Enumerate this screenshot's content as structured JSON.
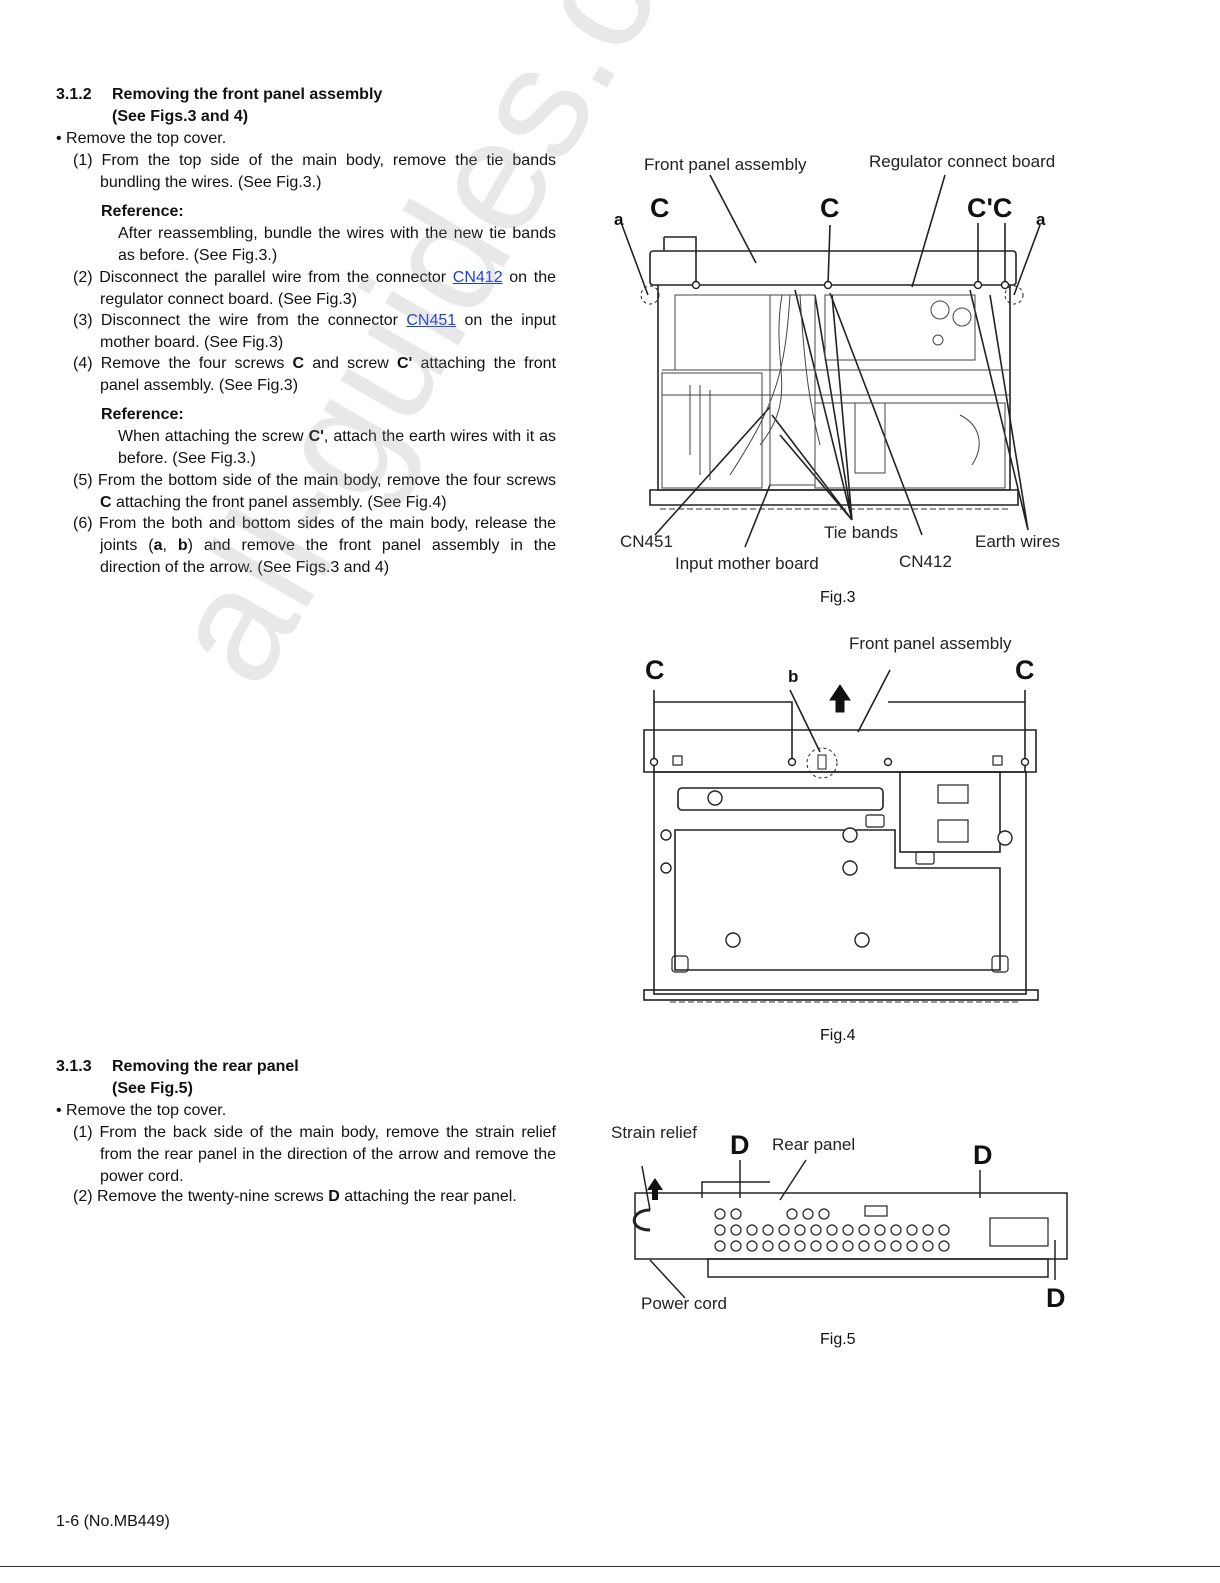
{
  "sections": {
    "s312": {
      "number": "3.1.2",
      "title_line1": "Removing the front panel assembly",
      "title_line2": "(See Figs.3 and 4)",
      "bullet": "•  Remove the top cover.",
      "steps": {
        "s1": "(1) From the top side of the main body, remove the tie bands bundling the wires. (See Fig.3.)",
        "ref1_heading": "Reference:",
        "ref1_text": "After reassembling, bundle the wires with the new tie bands as before. (See Fig.3.)",
        "s2_pre": "(2) Disconnect the parallel wire from the connector ",
        "s2_link": "CN412",
        "s2_post": " on the regulator connect board. (See Fig.3)",
        "s3_pre": "(3) Disconnect the wire from the connector ",
        "s3_link": "CN451",
        "s3_post": " on the input mother board. (See Fig.3)",
        "s4_a": "(4) Remove the four screws ",
        "s4_b": "C",
        "s4_c": " and screw ",
        "s4_d": "C'",
        "s4_e": " attaching the front panel assembly. (See Fig.3)",
        "ref2_heading": "Reference:",
        "ref2_a": "When attaching the screw ",
        "ref2_b": "C'",
        "ref2_c": ", attach the earth wires with it as before. (See Fig.3.)",
        "s5_a": "(5) From the bottom side of the main body, remove the four screws ",
        "s5_b": "C",
        "s5_c": " attaching the front panel assembly. (See Fig.4)",
        "s6_a": "(6) From the both and bottom sides of the main body, release the joints (",
        "s6_b": "a",
        "s6_c": ", ",
        "s6_d": "b",
        "s6_e": ") and remove the front panel assembly in the direction of the arrow. (See Figs.3 and 4)"
      }
    },
    "s313": {
      "number": "3.1.3",
      "title_line1": "Removing the rear panel",
      "title_line2": "(See Fig.5)",
      "bullet": "•  Remove the top cover.",
      "s1": "(1) From the back side of the main body, remove the strain relief from the rear panel in the direction of the arrow and remove the power cord.",
      "s2_a": "(2) Remove the twenty-nine screws ",
      "s2_b": "D",
      "s2_c": " attaching the rear panel."
    }
  },
  "fig3": {
    "caption": "Fig.3",
    "front_panel_assembly": "Front panel assembly",
    "regulator_connect_board": "Regulator connect board",
    "label_a": "a",
    "label_c": "C",
    "label_cprime_c": "C'C",
    "cn451": "CN451",
    "input_mother_board": "Input mother board",
    "tie_bands": "Tie bands",
    "cn412": "CN412",
    "earth_wires": "Earth wires"
  },
  "fig4": {
    "caption": "Fig.4",
    "front_panel_assembly": "Front panel assembly",
    "label_c": "C",
    "label_b": "b"
  },
  "fig5": {
    "caption": "Fig.5",
    "strain_relief": "Strain relief",
    "rear_panel": "Rear panel",
    "power_cord": "Power cord",
    "label_d": "D"
  },
  "footer": "1-6 (No.MB449)",
  "watermark": "all-guides.com",
  "colors": {
    "link": "#1a3fd6",
    "text": "#111111"
  }
}
